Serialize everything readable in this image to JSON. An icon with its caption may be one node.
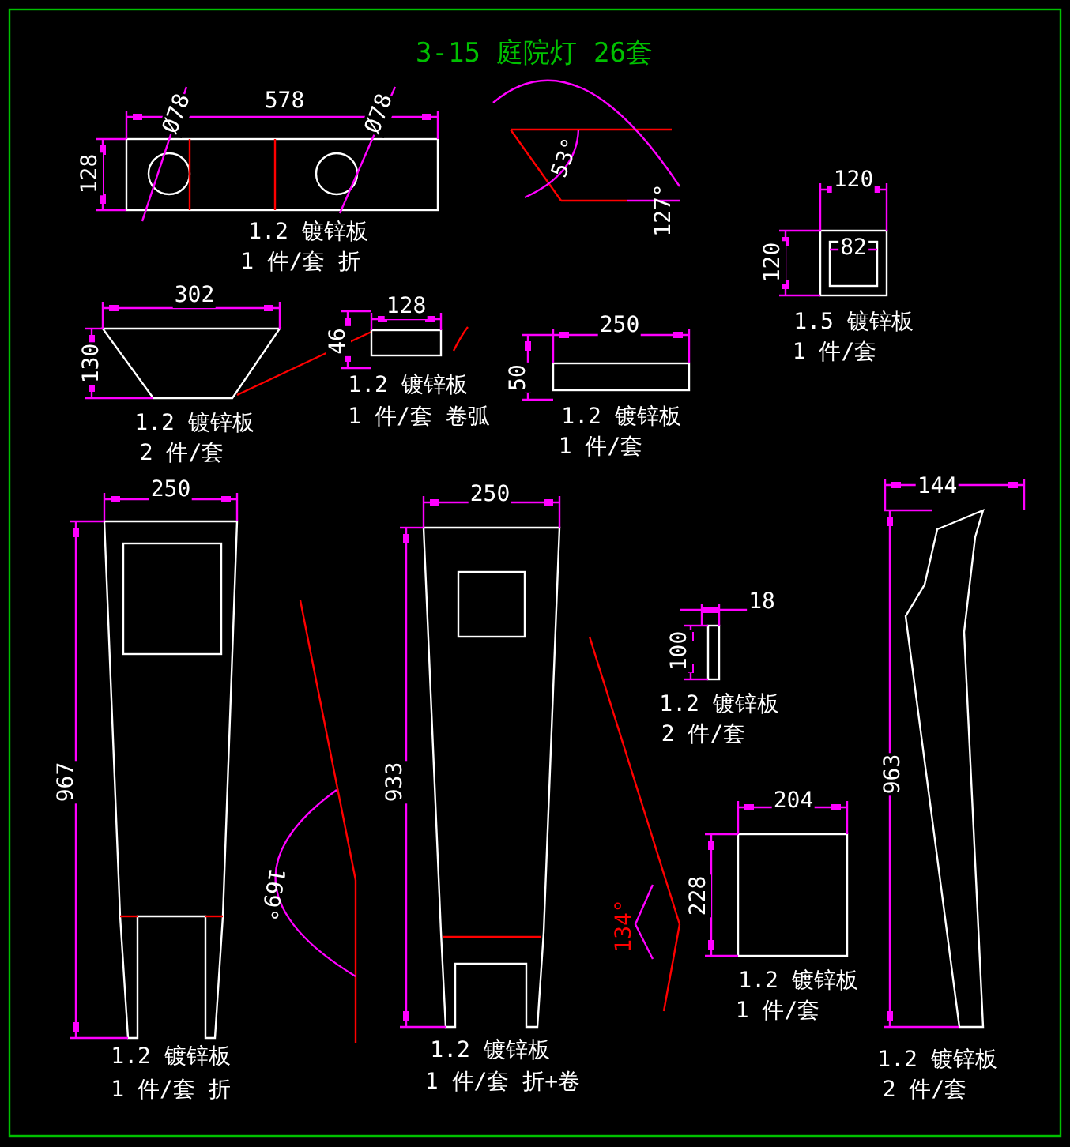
{
  "diagram": {
    "title": "3-15 庭院灯 26套",
    "labels": [
      "Ø78",
      "578",
      "Ø78",
      "128",
      "1.2 镀锌板",
      "1 件/套 折",
      "53°",
      "127°",
      "120",
      "82",
      "120",
      "1.5 镀锌板",
      "1 件/套",
      "302",
      "130",
      "1.2 镀锌板",
      "2 件/套",
      "128",
      "46",
      "1.2 镀锌板",
      "1 件/套 卷弧",
      "250",
      "50",
      "1.2 镀锌板",
      "1 件/套",
      "250",
      "967",
      "1.2 镀锌板",
      "1 件/套 折",
      "169°",
      "250",
      "933",
      "1.2 镀锌板",
      "1 件/套 折+卷",
      "134°",
      "18",
      "100",
      "1.2 镀锌板",
      "2 件/套",
      "204",
      "228",
      "1.2 镀锌板",
      "1 件/套",
      "144",
      "963",
      "1.2 镀锌板",
      "2 件/套"
    ]
  }
}
